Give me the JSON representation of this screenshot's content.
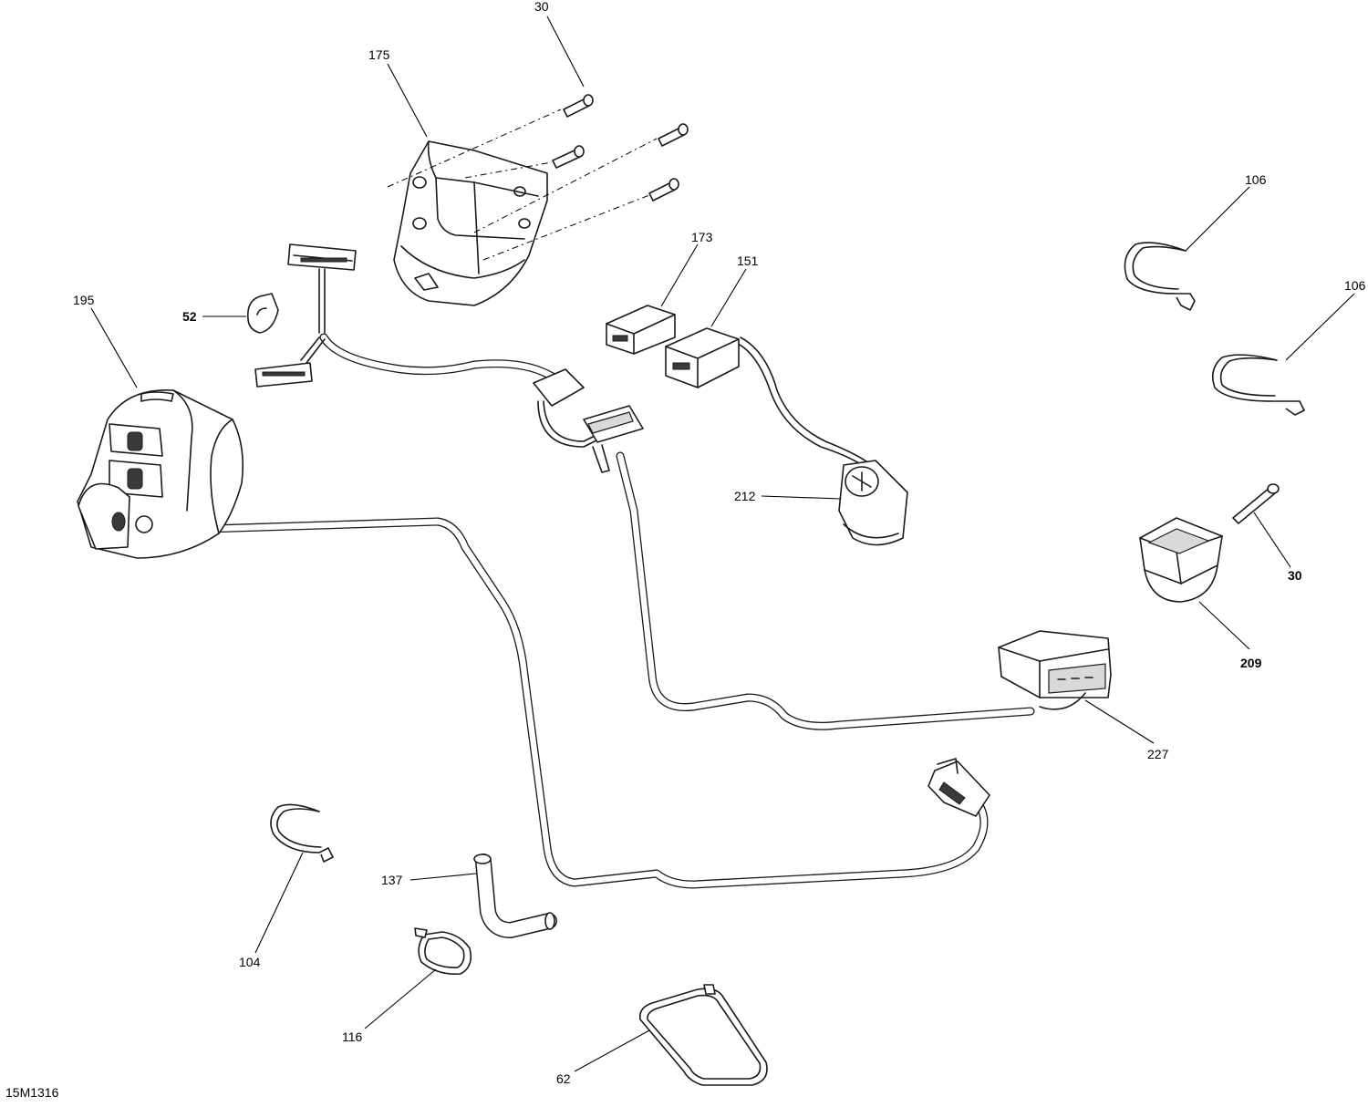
{
  "diagram_id": "15M1316",
  "callouts": {
    "c30_top": "30",
    "c175": "175",
    "c106_a": "106",
    "c106_b": "106",
    "c173": "173",
    "c151": "151",
    "c52": "52",
    "c195": "195",
    "c212": "212",
    "c30_right": "30",
    "c209": "209",
    "c227": "227",
    "c104": "104",
    "c137": "137",
    "c116": "116",
    "c62": "62"
  }
}
